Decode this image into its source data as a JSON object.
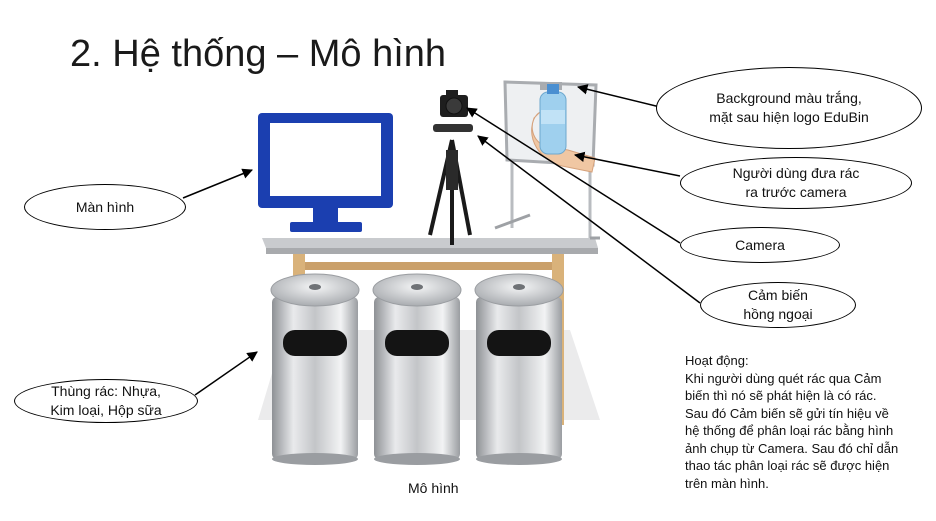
{
  "slide": {
    "title": "2. Hệ thống – Mô hình",
    "caption": "Mô hình"
  },
  "callouts": {
    "background": [
      "Background màu trắng,",
      "mặt sau hiện logo EduBin"
    ],
    "user": [
      "Người dùng đưa rác",
      "ra trước camera"
    ],
    "camera": [
      "Camera"
    ],
    "sensor": [
      "Cảm biến",
      "hồng ngoại"
    ],
    "screen": [
      "Màn hình"
    ],
    "bins": [
      "Thùng rác: Nhựa,",
      "Kim loại, Hộp sữa"
    ]
  },
  "note": {
    "lines": [
      "Hoạt động:",
      "Khi người dùng quét rác qua Cảm",
      "biến thì nó sẽ phát hiện là có rác.",
      "Sau đó Cảm biến sẽ gửi tín hiệu về",
      "hệ thống để phân loại rác bằng hình",
      "ảnh chụp từ Camera. Sau đó chỉ dẫn",
      "thao tác phân loại rác sẽ được hiện",
      "trên màn hình."
    ]
  },
  "colors": {
    "monitor": "#1b3fb0",
    "table_top": "#c9cbce",
    "table_legs": "#d9b27a",
    "bin_metal": "#c7c9cc",
    "bottle": "#9fd0ee"
  }
}
